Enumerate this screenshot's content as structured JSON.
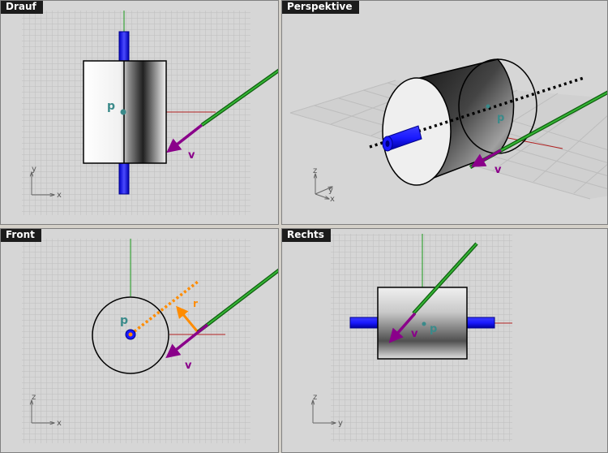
{
  "viewports": {
    "top": {
      "title": "Drauf"
    },
    "persp": {
      "title": "Perspektive"
    },
    "front": {
      "title": "Front"
    },
    "right": {
      "title": "Rechts"
    }
  },
  "labels": {
    "point": "p",
    "vector": "v",
    "radius": "r"
  },
  "axes": {
    "top": {
      "a": "x",
      "b": "y"
    },
    "persp": {
      "a": "x",
      "b": "y",
      "c": "z"
    },
    "front": {
      "a": "x",
      "b": "z"
    },
    "right": {
      "a": "y",
      "b": "z"
    }
  },
  "colors": {
    "viewport_bg": "#d6d6d6",
    "grid": "#bcbcbc",
    "axis_x": "#b22222",
    "axis_y": "#1a9a1a",
    "axle": "#1414ff",
    "vector": "#8a008a",
    "direction_line": "#1a8a1a",
    "radius": "#ff8c00",
    "point": "#3a8a8a"
  }
}
